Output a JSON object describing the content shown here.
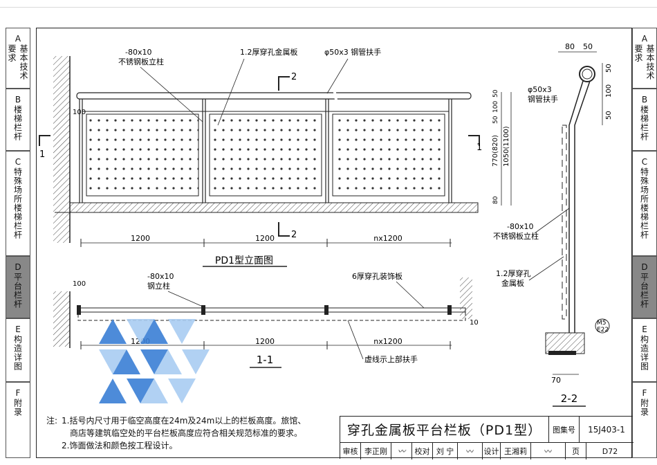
{
  "left_tabs": [
    {
      "letter": "A",
      "label": "基本技术要求"
    },
    {
      "letter": "B",
      "label": "楼梯栏杆"
    },
    {
      "letter": "C",
      "label": "特殊场所楼梯栏杆"
    },
    {
      "letter": "D",
      "label": "平台栏杆",
      "active": true
    },
    {
      "letter": "E",
      "label": "构造详图"
    },
    {
      "letter": "F",
      "label": "附录"
    }
  ],
  "right_tabs": [
    {
      "letter": "A",
      "label": "基本技术要求"
    },
    {
      "letter": "B",
      "label": "楼梯栏杆"
    },
    {
      "letter": "C",
      "label": "特殊场所楼梯栏杆"
    },
    {
      "letter": "D",
      "label": "平台栏杆",
      "active": true
    },
    {
      "letter": "E",
      "label": "构造详图"
    },
    {
      "letter": "F",
      "label": "附录"
    }
  ],
  "elevation": {
    "title": "PD1型立面图",
    "label_post": "-80x10",
    "label_post2": "不锈钢板立柱",
    "label_panel": "1.2厚穿孔金属板",
    "label_rail": "φ50x3 钢管扶手",
    "dim_100": "100",
    "dim_1200a": "1200",
    "dim_1200b": "1200",
    "dim_n1200": "nx1200",
    "cut_2": "2",
    "cut_1": "1"
  },
  "plan": {
    "title": "1-1",
    "label_post": "-80x10",
    "label_post2": "钢立柱",
    "label_deco": "6厚穿孔装饰板",
    "label_dash": "虚线示上部扶手",
    "dim_100": "100",
    "dim_1200a": "1200",
    "dim_1200b": "1200",
    "dim_n1200": "nx1200",
    "dim_10": "10"
  },
  "section": {
    "title": "2-2",
    "dim_80": "80",
    "dim_50": "50",
    "dim_50b": "50",
    "dim_100": "100",
    "dim_50c": "50",
    "label_rail": "φ50x3",
    "label_rail2": "钢管扶手",
    "label_post": "-80x10",
    "label_post2": "不锈钢板立柱",
    "label_panel": "1.2厚穿孔",
    "label_panel2": "金属板",
    "label_bolt": "M5",
    "label_bolt2": "E22",
    "dim_70": "70",
    "vdim_50": "50",
    "vdim_100": "100",
    "vdim_50b": "50",
    "vdim_770": "770(820)",
    "vdim_1050": "1050(1100)",
    "vdim_80": "80"
  },
  "notes": {
    "prefix": "注:",
    "line1": "1.括号内尺寸用于临空高度在24m及24m以上的栏板高度。旅馆、",
    "line2": "商店等建筑临空处的平台栏板高度应符合相关规范标准的要求。",
    "line3": "2.饰面做法和颜色按工程设计。"
  },
  "title_block": {
    "title": "穿孔金属板平台栏板（PD1型）",
    "atlas_label": "图集号",
    "atlas_no": "15J403-1",
    "review_label": "审核",
    "review_name": "李正刚",
    "check_label": "校对",
    "check_name": "刘 宁",
    "design_label": "设计",
    "design_name": "王湘莉",
    "page_label": "页",
    "page_no": "D72"
  },
  "colors": {
    "line": "#222222",
    "tab_active": "#888888",
    "logo_dark": "#3a7fd5",
    "logo_light": "#a9cdf2"
  }
}
